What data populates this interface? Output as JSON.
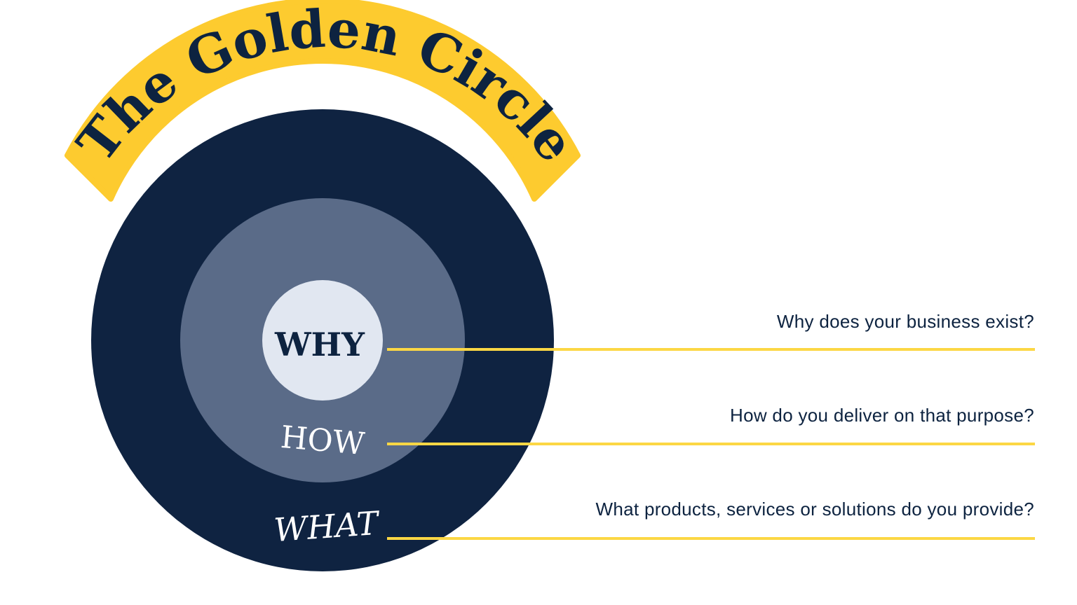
{
  "title": "The Golden Circle",
  "rings": {
    "why": "WHY",
    "how": "HOW",
    "what": "WHAT"
  },
  "questions": {
    "why": "Why does your business exist?",
    "how": "How do you deliver on that purpose?",
    "what": "What products, services or solutions do you provide?"
  },
  "colors": {
    "banner": "#fdcb2f",
    "outer_ring": "#0f2341",
    "middle_ring": "#5a6b88",
    "inner_circle": "#e1e7f1",
    "lines": "#fcd744",
    "text_dark": "#0d2340",
    "text_light": "#ffffff"
  }
}
